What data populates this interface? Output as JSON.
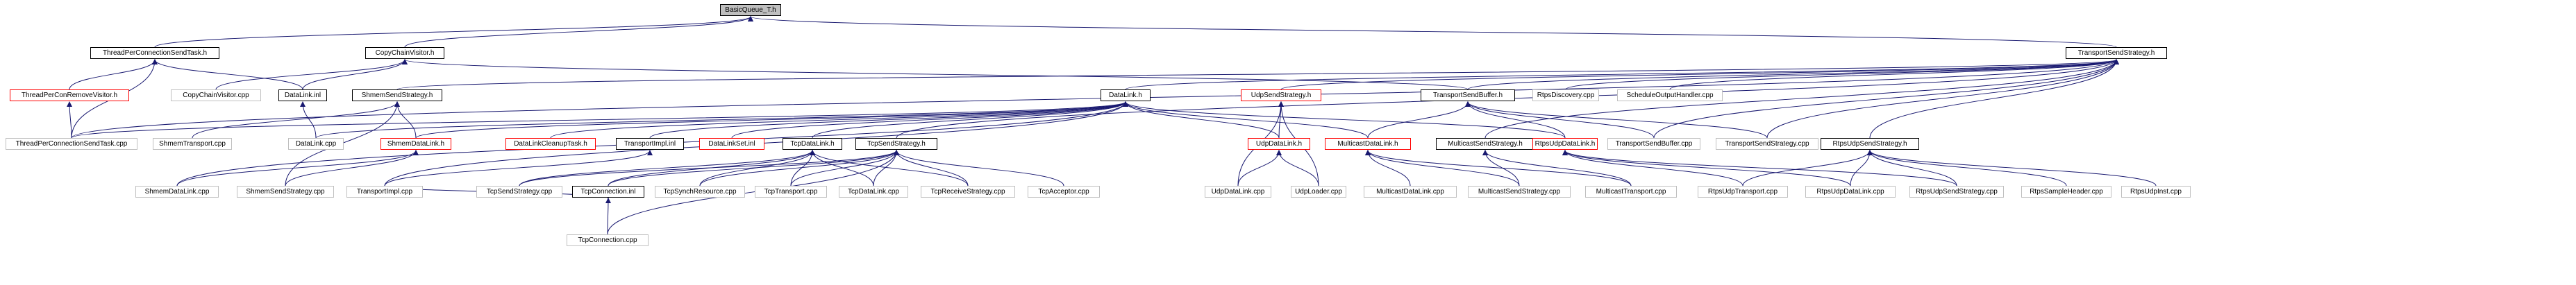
{
  "diagram": {
    "title": "Basic include graph",
    "colors": {
      "edge": "#191970",
      "root_fill": "#bfbfbf",
      "border": "#000000",
      "incomplete_border": "#ff0000",
      "plain_border": "#bfbfbf"
    },
    "nodes": [
      {
        "id": "basic_queue",
        "label": "BasicQueue_T.h",
        "style": "root"
      },
      {
        "id": "tpcst_h",
        "label": "ThreadPerConnectionSendTask.h",
        "style": "normal"
      },
      {
        "id": "ccv_h",
        "label": "CopyChainVisitor.h",
        "style": "normal"
      },
      {
        "id": "tss_h",
        "label": "TransportSendStrategy.h",
        "style": "normal"
      },
      {
        "id": "tpcrv_h",
        "label": "ThreadPerConRemoveVisitor.h",
        "style": "red"
      },
      {
        "id": "ccv_cpp",
        "label": "CopyChainVisitor.cpp",
        "style": "plain"
      },
      {
        "id": "dl_inl",
        "label": "DataLink.inl",
        "style": "normal"
      },
      {
        "id": "shm_ss_h",
        "label": "ShmemSendStrategy.h",
        "style": "normal"
      },
      {
        "id": "dl_h",
        "label": "DataLink.h",
        "style": "normal"
      },
      {
        "id": "udp_ss_h",
        "label": "UdpSendStrategy.h",
        "style": "red"
      },
      {
        "id": "tsb_h",
        "label": "TransportSendBuffer.h",
        "style": "normal"
      },
      {
        "id": "rtps_disc",
        "label": "RtpsDiscovery.cpp",
        "style": "plain"
      },
      {
        "id": "soh_cpp",
        "label": "ScheduleOutputHandler.cpp",
        "style": "plain"
      },
      {
        "id": "tpcst_cpp",
        "label": "ThreadPerConnectionSendTask.cpp",
        "style": "plain"
      },
      {
        "id": "shm_transport",
        "label": "ShmemTransport.cpp",
        "style": "plain"
      },
      {
        "id": "dl_cpp",
        "label": "DataLink.cpp",
        "style": "plain"
      },
      {
        "id": "shm_dl_h",
        "label": "ShmemDataLink.h",
        "style": "red"
      },
      {
        "id": "dlct_h",
        "label": "DataLinkCleanupTask.h",
        "style": "red"
      },
      {
        "id": "ti_inl",
        "label": "TransportImpl.inl",
        "style": "normal"
      },
      {
        "id": "dls_inl",
        "label": "DataLinkSet.inl",
        "style": "red"
      },
      {
        "id": "tcp_dl_h",
        "label": "TcpDataLink.h",
        "style": "normal"
      },
      {
        "id": "tcp_ss_h",
        "label": "TcpSendStrategy.h",
        "style": "normal"
      },
      {
        "id": "udp_dl_h",
        "label": "UdpDataLink.h",
        "style": "red"
      },
      {
        "id": "mc_dl_h",
        "label": "MulticastDataLink.h",
        "style": "red"
      },
      {
        "id": "mc_ss_h",
        "label": "MulticastSendStrategy.h",
        "style": "normal"
      },
      {
        "id": "rtps_udp_dl_h",
        "label": "RtpsUdpDataLink.h",
        "style": "red"
      },
      {
        "id": "tsb_cpp",
        "label": "TransportSendBuffer.cpp",
        "style": "plain"
      },
      {
        "id": "tss_cpp",
        "label": "TransportSendStrategy.cpp",
        "style": "plain"
      },
      {
        "id": "rtps_udp_ss_h",
        "label": "RtpsUdpSendStrategy.h",
        "style": "normal"
      },
      {
        "id": "shm_dl_cpp",
        "label": "ShmemDataLink.cpp",
        "style": "plain"
      },
      {
        "id": "shm_ss_cpp",
        "label": "ShmemSendStrategy.cpp",
        "style": "plain"
      },
      {
        "id": "ti_cpp",
        "label": "TransportImpl.cpp",
        "style": "plain"
      },
      {
        "id": "tcp_ss_cpp",
        "label": "TcpSendStrategy.cpp",
        "style": "plain"
      },
      {
        "id": "tcp_conn_inl",
        "label": "TcpConnection.inl",
        "style": "normal"
      },
      {
        "id": "tcp_sr_cpp",
        "label": "TcpSynchResource.cpp",
        "style": "plain"
      },
      {
        "id": "tcp_transport",
        "label": "TcpTransport.cpp",
        "style": "plain"
      },
      {
        "id": "tcp_dl_cpp",
        "label": "TcpDataLink.cpp",
        "style": "plain"
      },
      {
        "id": "tcp_rs_cpp",
        "label": "TcpReceiveStrategy.cpp",
        "style": "plain"
      },
      {
        "id": "tcp_acc_cpp",
        "label": "TcpAcceptor.cpp",
        "style": "plain"
      },
      {
        "id": "udp_dl_cpp",
        "label": "UdpDataLink.cpp",
        "style": "plain"
      },
      {
        "id": "udp_loader",
        "label": "UdpLoader.cpp",
        "style": "plain"
      },
      {
        "id": "mc_dl_cpp",
        "label": "MulticastDataLink.cpp",
        "style": "plain"
      },
      {
        "id": "mc_ss_cpp",
        "label": "MulticastSendStrategy.cpp",
        "style": "plain"
      },
      {
        "id": "mc_transport",
        "label": "MulticastTransport.cpp",
        "style": "plain"
      },
      {
        "id": "rtps_udp_transport",
        "label": "RtpsUdpTransport.cpp",
        "style": "plain"
      },
      {
        "id": "rtps_udp_dl_cpp",
        "label": "RtpsUdpDataLink.cpp",
        "style": "plain"
      },
      {
        "id": "rtps_udp_ss_cpp",
        "label": "RtpsUdpSendStrategy.cpp",
        "style": "plain"
      },
      {
        "id": "rtps_sh_cpp",
        "label": "RtpsSampleHeader.cpp",
        "style": "plain"
      },
      {
        "id": "rtps_inst",
        "label": "RtpsUdpInst.cpp",
        "style": "plain"
      },
      {
        "id": "tcp_conn_cpp",
        "label": "TcpConnection.cpp",
        "style": "plain"
      }
    ],
    "edges": [
      [
        "tpcst_h",
        "basic_queue"
      ],
      [
        "ccv_h",
        "basic_queue"
      ],
      [
        "tss_h",
        "basic_queue"
      ],
      [
        "tpcrv_h",
        "tpcst_h"
      ],
      [
        "dl_inl",
        "tpcst_h"
      ],
      [
        "tpcst_cpp",
        "tpcst_h"
      ],
      [
        "ccv_cpp",
        "ccv_h"
      ],
      [
        "dl_inl",
        "ccv_h"
      ],
      [
        "tsb_h",
        "ccv_h"
      ],
      [
        "shm_ss_h",
        "tss_h"
      ],
      [
        "dl_h",
        "tss_h"
      ],
      [
        "udp_ss_h",
        "tss_h"
      ],
      [
        "tsb_h",
        "tss_h"
      ],
      [
        "rtps_disc",
        "tss_h"
      ],
      [
        "soh_cpp",
        "tss_h"
      ],
      [
        "tcp_ss_h",
        "tss_h"
      ],
      [
        "mc_ss_h",
        "tss_h"
      ],
      [
        "rtps_udp_ss_h",
        "tss_h"
      ],
      [
        "tss_cpp",
        "tss_h"
      ],
      [
        "tsb_cpp",
        "tss_h"
      ],
      [
        "tpcst_cpp",
        "tss_h"
      ],
      [
        "tpcst_cpp",
        "tpcrv_h"
      ],
      [
        "dl_cpp",
        "dl_inl"
      ],
      [
        "shm_transport",
        "shm_ss_h"
      ],
      [
        "shm_dl_h",
        "shm_ss_h"
      ],
      [
        "shm_ss_cpp",
        "shm_ss_h"
      ],
      [
        "shm_dl_cpp",
        "dl_h"
      ],
      [
        "shm_dl_h",
        "dl_h"
      ],
      [
        "dlct_h",
        "dl_h"
      ],
      [
        "ti_inl",
        "dl_h"
      ],
      [
        "dls_inl",
        "dl_h"
      ],
      [
        "tcp_dl_h",
        "dl_h"
      ],
      [
        "udp_dl_h",
        "dl_h"
      ],
      [
        "mc_dl_h",
        "dl_h"
      ],
      [
        "rtps_udp_dl_h",
        "dl_h"
      ],
      [
        "tpcst_cpp",
        "dl_h"
      ],
      [
        "dl_cpp",
        "dl_h"
      ],
      [
        "ti_cpp",
        "dl_h"
      ],
      [
        "udp_dl_h",
        "udp_ss_h"
      ],
      [
        "udp_dl_cpp",
        "udp_ss_h"
      ],
      [
        "udp_loader",
        "udp_ss_h"
      ],
      [
        "mc_dl_h",
        "tsb_h"
      ],
      [
        "rtps_udp_dl_h",
        "tsb_h"
      ],
      [
        "tsb_cpp",
        "tsb_h"
      ],
      [
        "tss_cpp",
        "tsb_h"
      ],
      [
        "shm_dl_cpp",
        "shm_dl_h"
      ],
      [
        "shm_ss_cpp",
        "shm_dl_h"
      ],
      [
        "ti_cpp",
        "ti_inl"
      ],
      [
        "tcp_ss_cpp",
        "tcp_dl_h"
      ],
      [
        "tcp_conn_inl",
        "tcp_dl_h"
      ],
      [
        "tcp_sr_cpp",
        "tcp_dl_h"
      ],
      [
        "tcp_transport",
        "tcp_dl_h"
      ],
      [
        "tcp_dl_cpp",
        "tcp_dl_h"
      ],
      [
        "tcp_rs_cpp",
        "tcp_dl_h"
      ],
      [
        "tcp_ss_cpp",
        "tcp_ss_h"
      ],
      [
        "tcp_conn_inl",
        "tcp_ss_h"
      ],
      [
        "tcp_sr_cpp",
        "tcp_ss_h"
      ],
      [
        "tcp_transport",
        "tcp_ss_h"
      ],
      [
        "tcp_dl_cpp",
        "tcp_ss_h"
      ],
      [
        "tcp_rs_cpp",
        "tcp_ss_h"
      ],
      [
        "tcp_acc_cpp",
        "tcp_ss_h"
      ],
      [
        "tcp_conn_cpp",
        "tcp_ss_h"
      ],
      [
        "udp_dl_cpp",
        "udp_dl_h"
      ],
      [
        "udp_loader",
        "udp_dl_h"
      ],
      [
        "mc_dl_cpp",
        "mc_dl_h"
      ],
      [
        "mc_ss_cpp",
        "mc_dl_h"
      ],
      [
        "mc_transport",
        "mc_dl_h"
      ],
      [
        "mc_ss_cpp",
        "mc_ss_h"
      ],
      [
        "mc_transport",
        "mc_ss_h"
      ],
      [
        "rtps_udp_transport",
        "rtps_udp_dl_h"
      ],
      [
        "rtps_udp_dl_cpp",
        "rtps_udp_dl_h"
      ],
      [
        "rtps_udp_ss_cpp",
        "rtps_udp_dl_h"
      ],
      [
        "rtps_udp_transport",
        "rtps_udp_ss_h"
      ],
      [
        "rtps_udp_dl_cpp",
        "rtps_udp_ss_h"
      ],
      [
        "rtps_udp_ss_cpp",
        "rtps_udp_ss_h"
      ],
      [
        "rtps_sh_cpp",
        "rtps_udp_ss_h"
      ],
      [
        "rtps_inst",
        "rtps_udp_ss_h"
      ],
      [
        "tcp_conn_cpp",
        "tcp_conn_inl"
      ],
      [
        "ti_cpp",
        "tcp_conn_inl"
      ]
    ]
  }
}
